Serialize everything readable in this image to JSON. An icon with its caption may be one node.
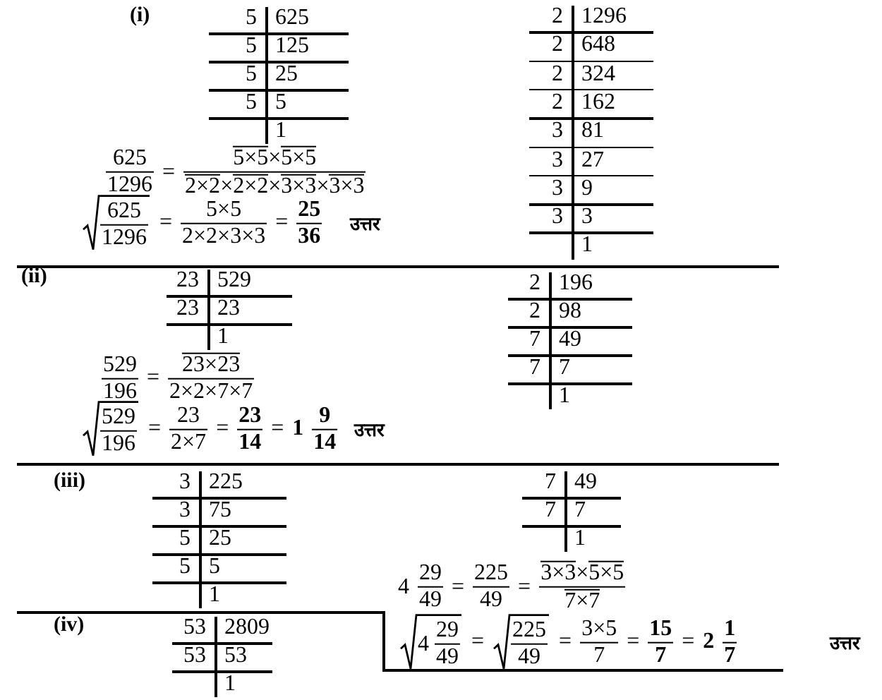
{
  "diagram": {
    "labels": [
      "(i)",
      "5",
      "625",
      "5",
      "125",
      "5",
      "25",
      "5",
      "5",
      "1",
      "2",
      "1296",
      "2",
      "648",
      "2",
      "324",
      "2",
      "162",
      "3",
      "81",
      "3",
      "27",
      "3",
      "9",
      "3",
      "3",
      "1",
      "625",
      "1296",
      "=",
      "5×5",
      "×",
      "5×5",
      "2×2",
      "×",
      "2×2",
      "×",
      "3×3",
      "×",
      "3×3",
      "625",
      "1296",
      "=",
      "5×5",
      "2×2×3×3",
      "=",
      "25",
      "36",
      "उत्तर",
      "(ii)",
      "23",
      "529",
      "23",
      "23",
      "1",
      "2",
      "196",
      "2",
      "98",
      "7",
      "49",
      "7",
      "7",
      "1",
      "529",
      "196",
      "=",
      "23×23",
      "2×2×7×7",
      "529",
      "196",
      "=",
      "23",
      "2×7",
      "=",
      "23",
      "14",
      "=",
      "1",
      "9",
      "14",
      "उत्तर",
      "(iii)",
      "3",
      "225",
      "3",
      "75",
      "5",
      "25",
      "5",
      "5",
      "1",
      "7",
      "49",
      "7",
      "7",
      "1",
      "4",
      "29",
      "49",
      "=",
      "225",
      "49",
      "=",
      "3×3",
      "×",
      "5×5",
      "7×7",
      "(iv)",
      "53",
      "2809",
      "53",
      "53",
      "1",
      "4",
      "29",
      "49",
      "=",
      "225",
      "49",
      "=",
      "3×5",
      "7",
      "=",
      "15",
      "7",
      "=",
      "2",
      "1",
      "7",
      "उत्तर"
    ]
  }
}
